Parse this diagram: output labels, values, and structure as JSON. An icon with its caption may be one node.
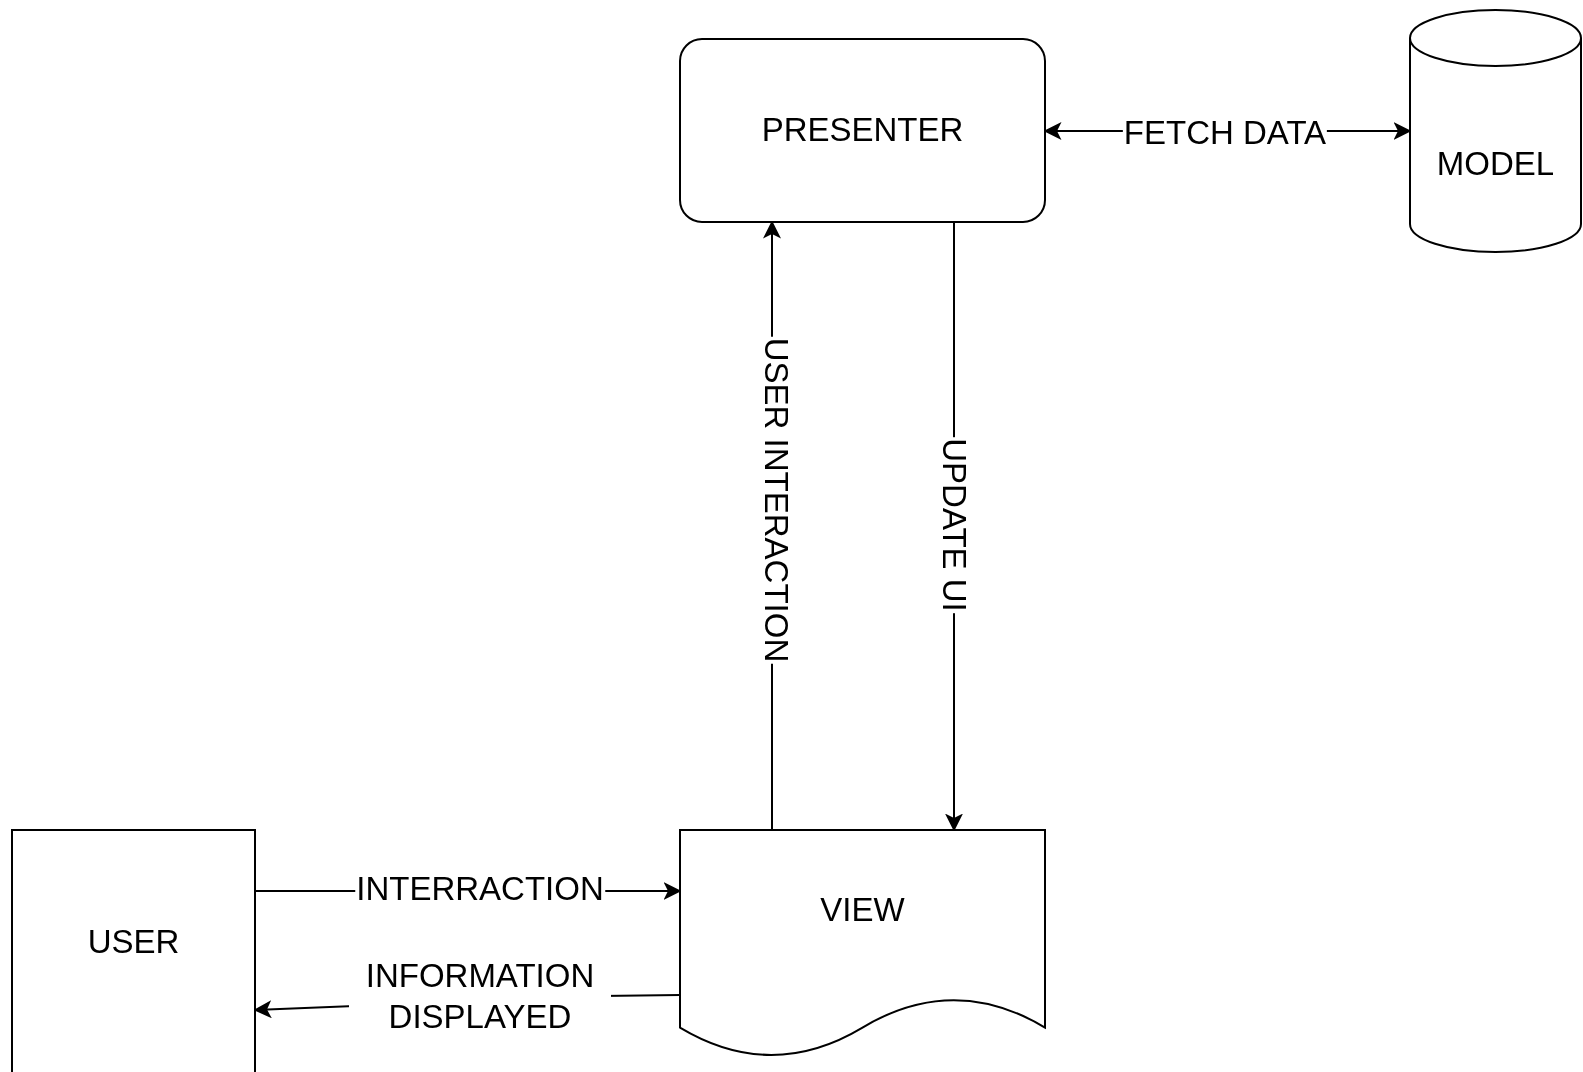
{
  "diagram": {
    "nodes": [
      {
        "text": [
          "PRESENTER"
        ]
      },
      {
        "text": [
          "MODEL"
        ]
      },
      {
        "text": [
          "USER"
        ]
      },
      {
        "text": [
          "VIEW"
        ]
      }
    ],
    "edges": [
      {
        "from": 0,
        "to": 1,
        "arrow": "both",
        "label": "FETCH DATA"
      },
      {
        "from": 3,
        "to": 0,
        "arrow": "to",
        "label": "USER INTERACTION"
      },
      {
        "from": 0,
        "to": 3,
        "arrow": "to",
        "label": "UPDATE UI"
      },
      {
        "from": 2,
        "to": 3,
        "arrow": "to",
        "label": "INTERRACTION"
      },
      {
        "from": 3,
        "to": 2,
        "arrow": "to",
        "label": "INFORMATION DISPLAYED"
      }
    ]
  }
}
